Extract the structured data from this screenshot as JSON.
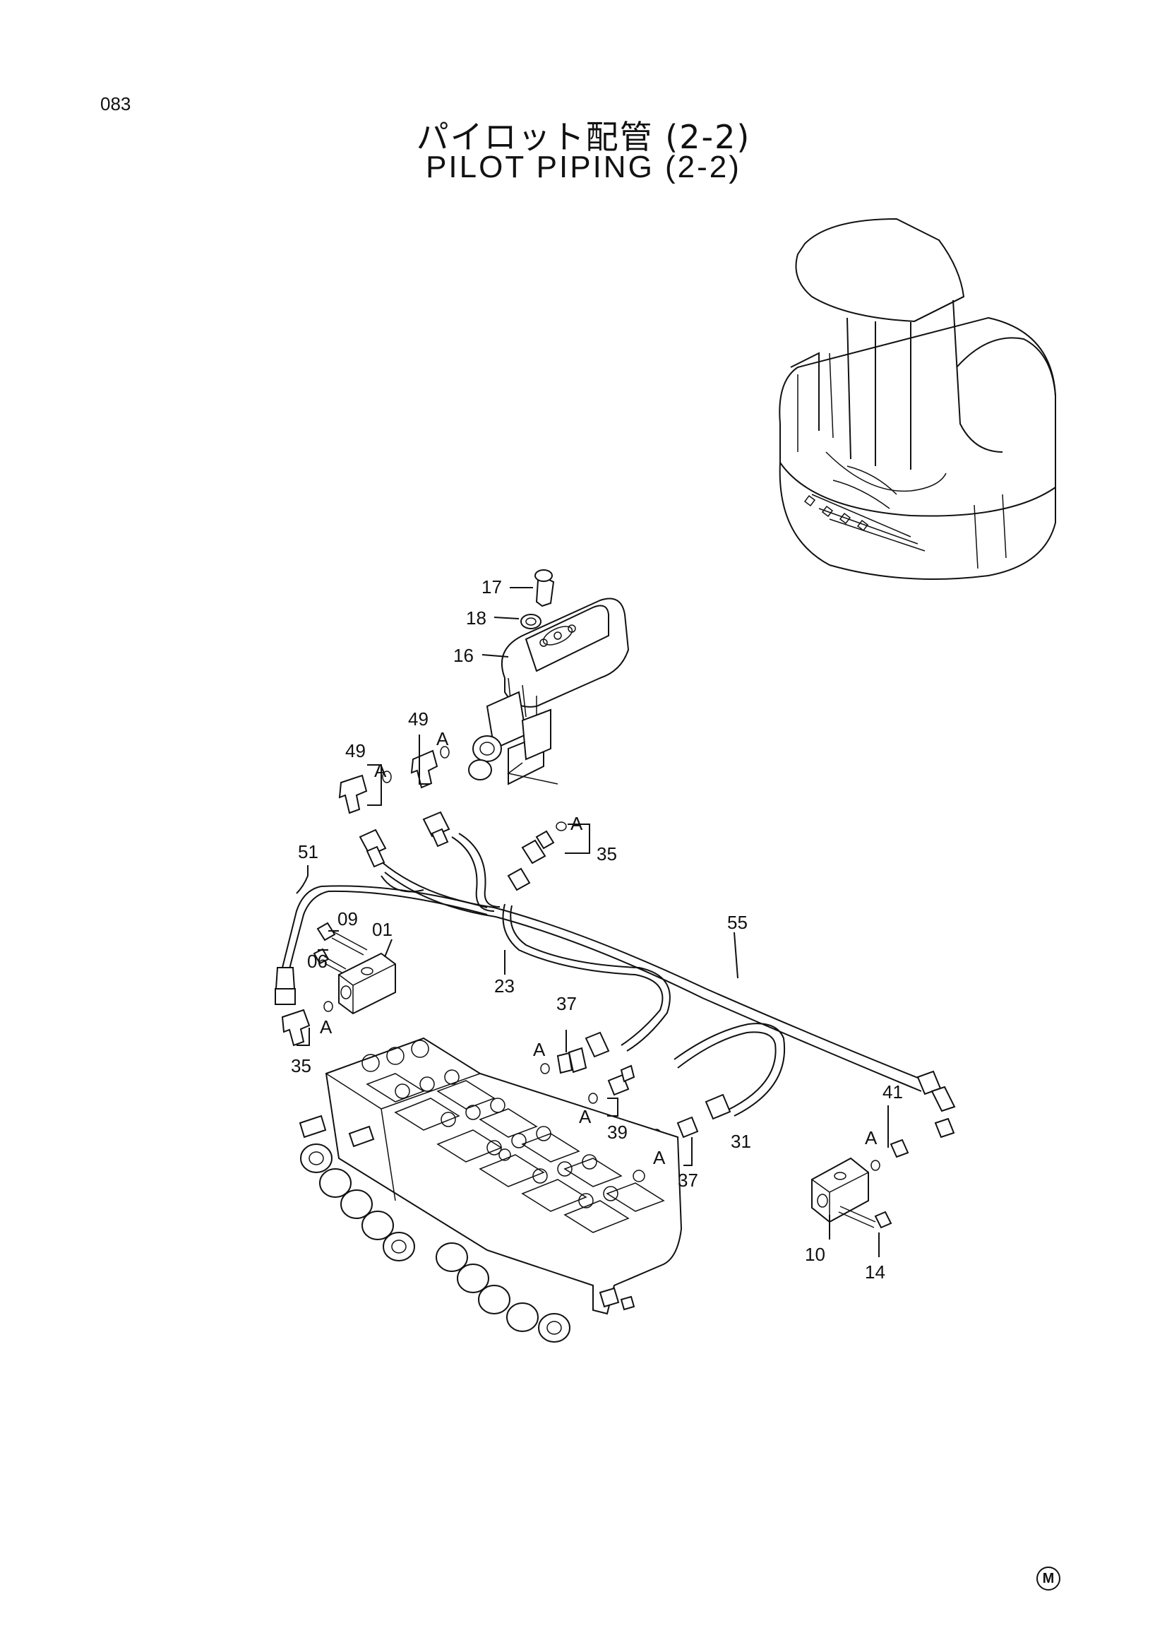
{
  "page": {
    "number": "083",
    "mark": "M"
  },
  "title": {
    "japanese": "パイロット配管 (2-2)",
    "english": "PILOT PIPING (2-2)"
  },
  "callouts": {
    "c17": "17",
    "c18": "18",
    "c16": "16",
    "c49a": "49",
    "c49b": "49",
    "cAa": "A",
    "cAb": "A",
    "cAc": "A",
    "cAd": "A",
    "cAe": "A",
    "cAf": "A",
    "cAg": "A",
    "cAh": "A",
    "c35a": "35",
    "c35b": "35",
    "c51": "51",
    "c09": "09",
    "c01": "01",
    "c06": "06",
    "c55": "55",
    "c23": "23",
    "c37a": "37",
    "c37b": "37",
    "c39": "39",
    "c31": "31",
    "c41": "41",
    "c10": "10",
    "c14": "14"
  }
}
